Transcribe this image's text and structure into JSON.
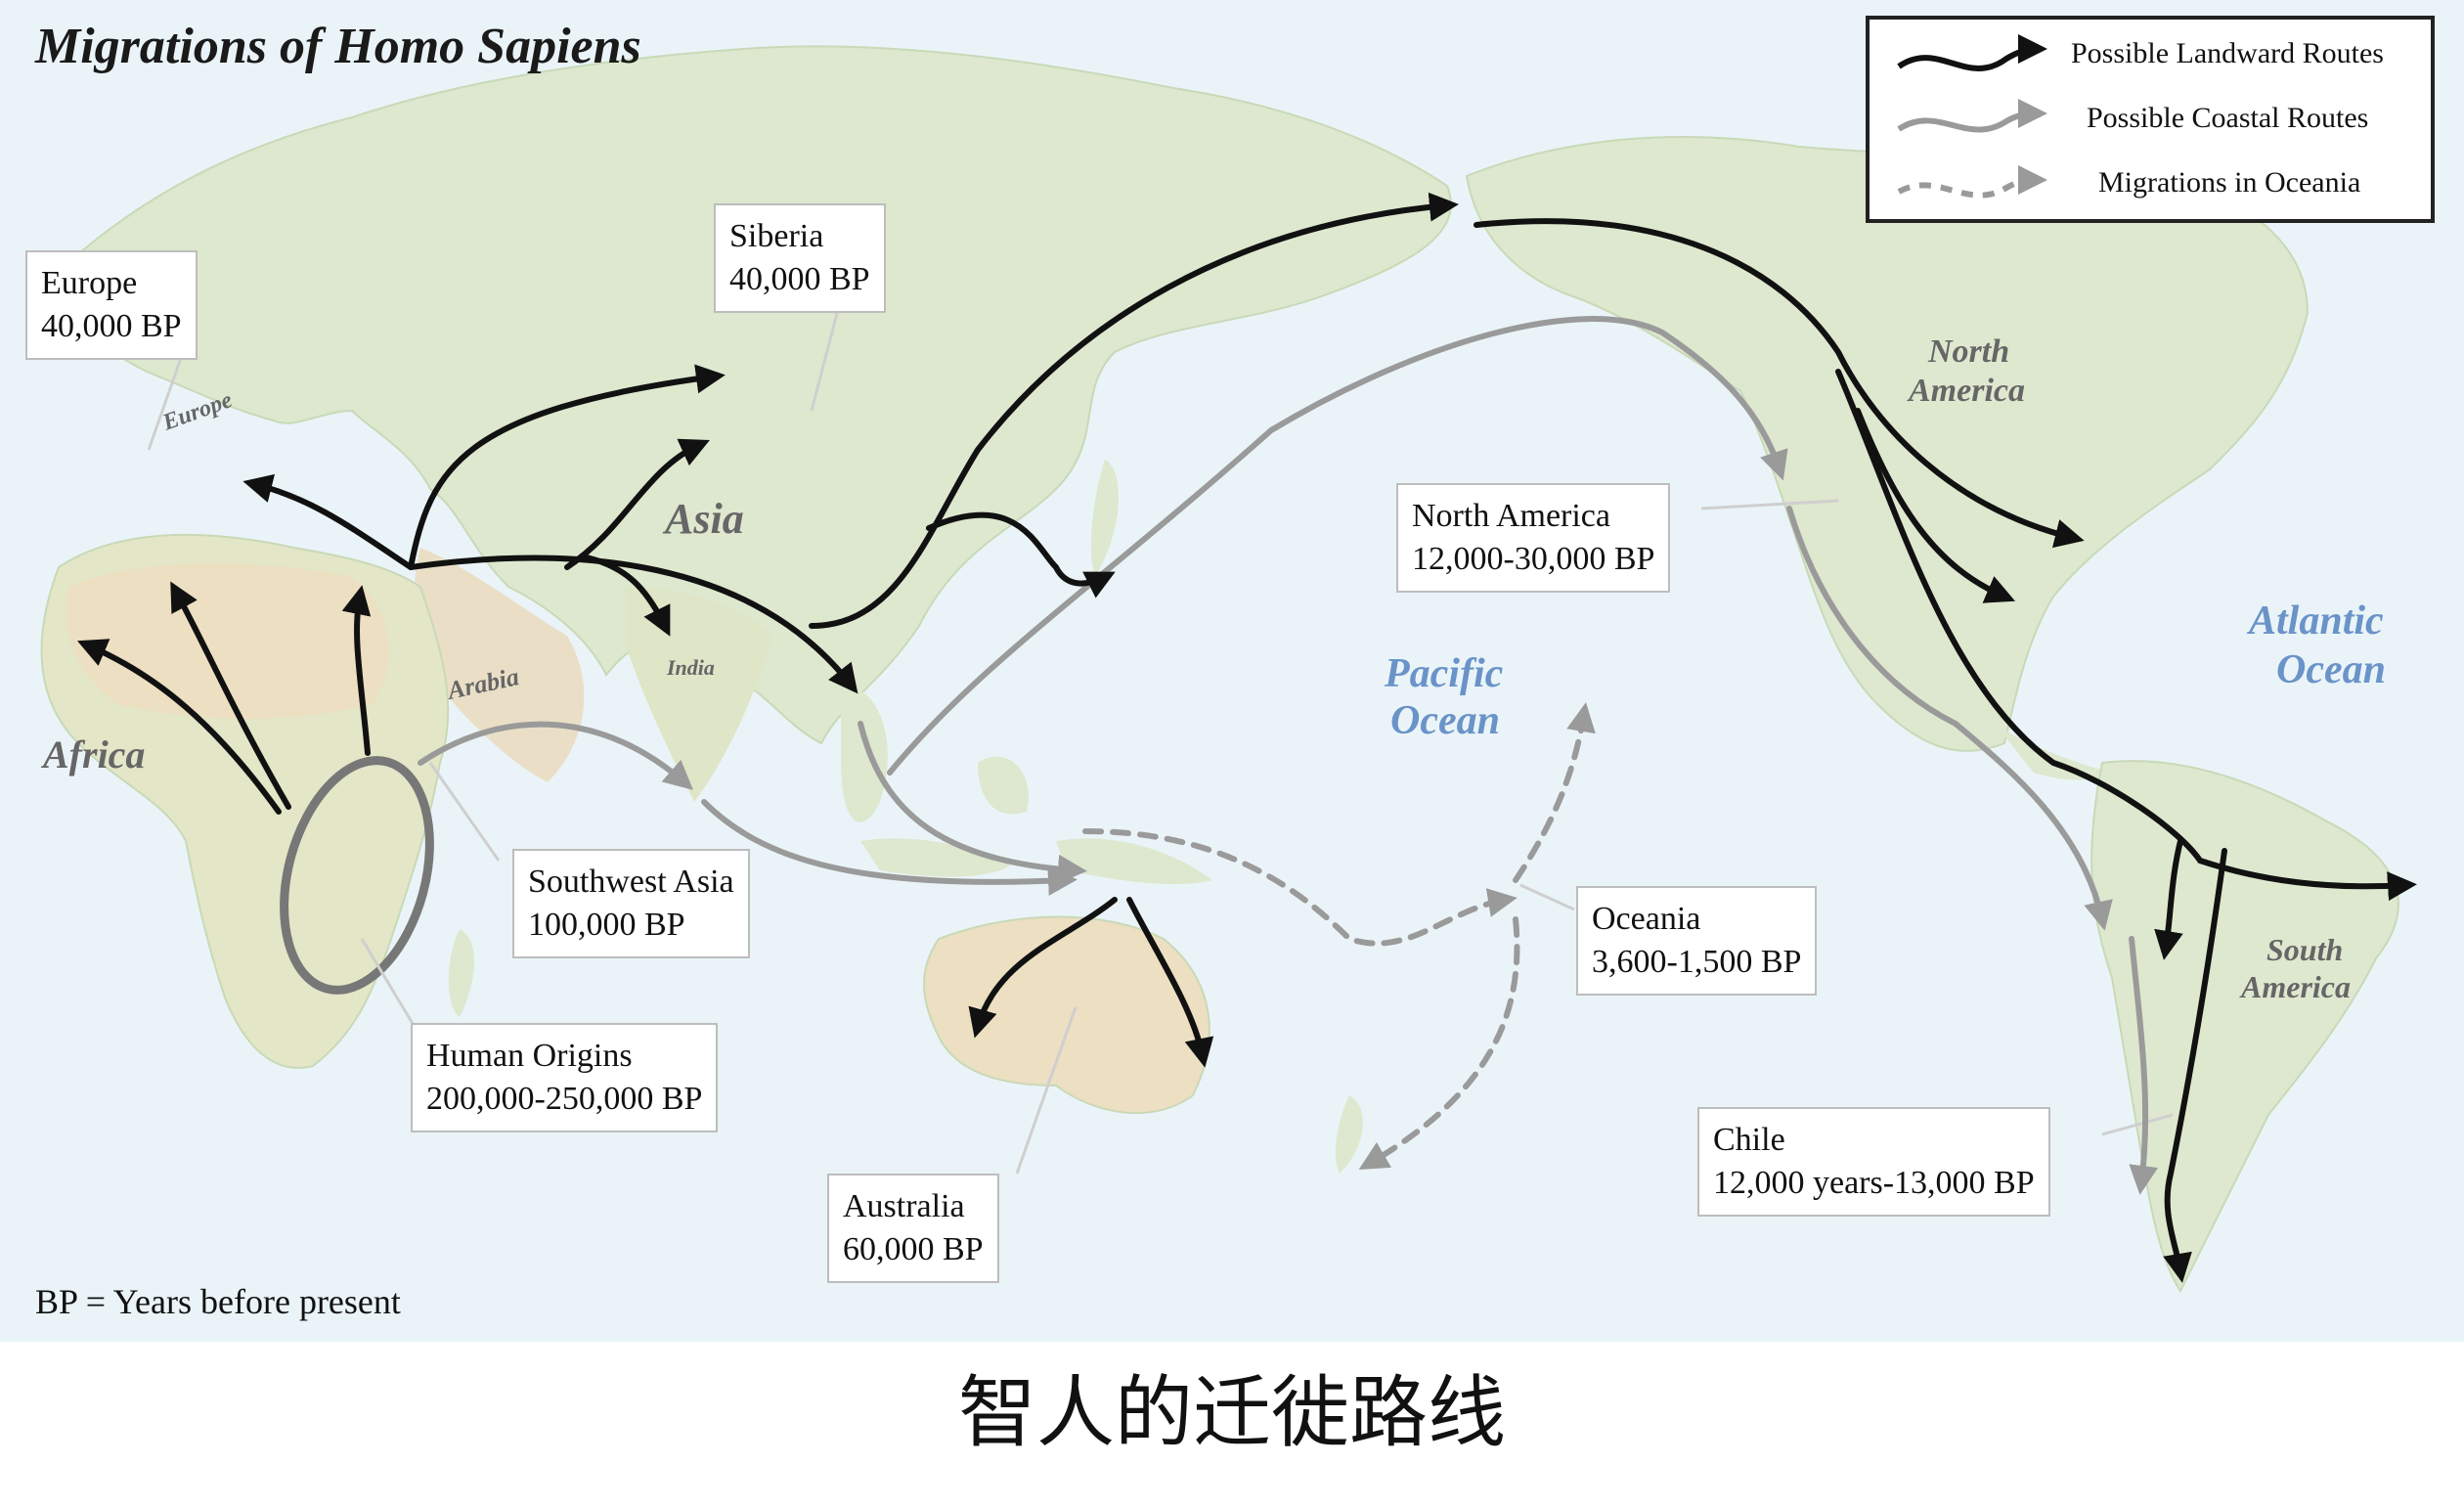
{
  "map": {
    "title": "Migrations of Homo Sapiens",
    "legend": [
      {
        "label": "Possible Landward Routes",
        "style": "landward",
        "color": "#111111"
      },
      {
        "label": "Possible Coastal Routes",
        "style": "coastal",
        "color": "#9a9a9a"
      },
      {
        "label": "Migrations in Oceania",
        "style": "oceania",
        "color": "#9a9a9a"
      }
    ],
    "callouts": {
      "europe": {
        "name": "Europe",
        "date": "40,000 BP"
      },
      "siberia": {
        "name": "Siberia",
        "date": "40,000 BP"
      },
      "north_america": {
        "name": "North America",
        "date": "12,000-30,000 BP"
      },
      "southwest_asia": {
        "name": "Southwest Asia",
        "date": "100,000 BP"
      },
      "oceania": {
        "name": "Oceania",
        "date": "3,600-1,500 BP"
      },
      "human_origins": {
        "name": "Human Origins",
        "date": "200,000-250,000 BP"
      },
      "australia": {
        "name": "Australia",
        "date": "60,000 BP"
      },
      "chile": {
        "name": "Chile",
        "date": "12,000 years-13,000 BP"
      }
    },
    "regions": {
      "europe": "Europe",
      "asia": "Asia",
      "africa": "Africa",
      "arabia": "Arabia",
      "india": "India",
      "north_america_1": "North",
      "north_america_2": "America",
      "south_america_1": "South",
      "south_america_2": "America"
    },
    "oceans": {
      "pacific_1": "Pacific",
      "pacific_2": "Ocean",
      "atlantic_1": "Atlantic",
      "atlantic_2": "Ocean"
    },
    "footnote": "BP = Years before present",
    "colors": {
      "sea": "#eaf4f8",
      "land": "#dde8cf",
      "land_dry": "#eadfc6",
      "landward": "#111111",
      "coastal": "#9a9a9a"
    }
  },
  "caption": "智人的迁徙路线"
}
